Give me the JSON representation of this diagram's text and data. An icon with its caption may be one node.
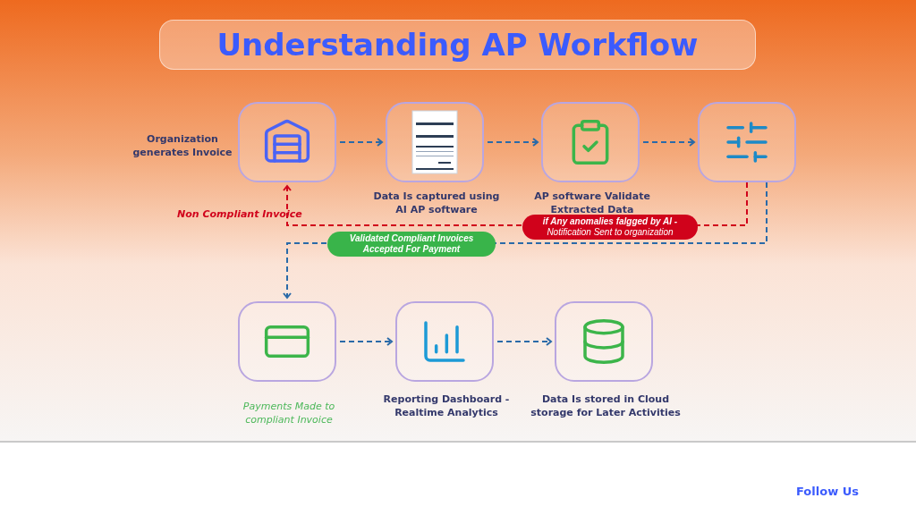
{
  "diagram": {
    "title": "Understanding AP Workflow",
    "nodes": [
      {
        "text": [
          "Organization generates Invoice"
        ]
      },
      {
        "text": [
          "Data Is captured using AI AP software"
        ]
      },
      {
        "text": [
          "AP software Validate Extracted Data"
        ]
      },
      {
        "text": [],
        "shape": "box"
      },
      {
        "text": [
          "Payments Made to compliant Invoice"
        ]
      },
      {
        "text": [
          "Reporting Dashboard - Realtime Analytics"
        ]
      },
      {
        "text": [
          "Data Is stored in Cloud storage for Later Activities"
        ]
      }
    ],
    "edges": [
      {
        "from": 0,
        "to": 1,
        "arrow": "to",
        "style": "dashed"
      },
      {
        "from": 1,
        "to": 2,
        "arrow": "to",
        "style": "dashed"
      },
      {
        "from": 2,
        "to": 3,
        "arrow": "to",
        "style": "dashed"
      },
      {
        "from": 3,
        "to": 0,
        "arrow": "to",
        "style": "dashed",
        "color": "#d0021b",
        "label": "**if Any anomalies  falgged by AI -** Notification Sent to organization"
      },
      {
        "from": 3,
        "to": 4,
        "arrow": "to",
        "style": "dashed",
        "label": "Validated Compliant Invoices Accepted For Payment"
      },
      {
        "from": 4,
        "to": 5,
        "arrow": "to",
        "style": "dashed"
      },
      {
        "from": 5,
        "to": 6,
        "arrow": "to",
        "style": "dashed"
      }
    ],
    "labels": [
      "Non Compliant Invoice",
      "Follow Us"
    ]
  }
}
